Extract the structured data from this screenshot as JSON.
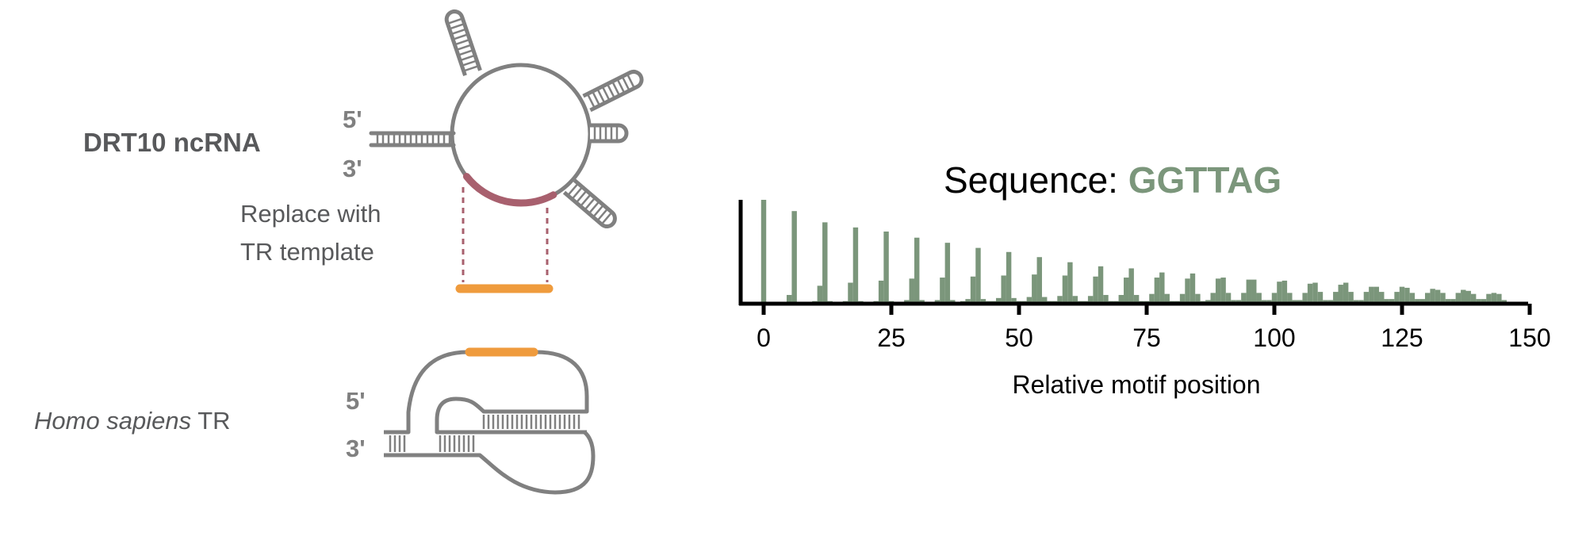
{
  "diagram": {
    "ncrna_label": "DRT10 ncRNA",
    "five_prime": "5'",
    "three_prime": "3'",
    "replace_line1": "Replace with",
    "replace_line2": "TR template",
    "species_italic": "Homo sapiens",
    "species_suffix": " TR",
    "colors": {
      "strand": "#808080",
      "template_native": "#a8606e",
      "template_tr": "#ef9b3d",
      "text": "#58595b"
    }
  },
  "chart_data": {
    "type": "bar",
    "title_prefix": "Sequence: ",
    "title_sequence": "GGTTAG",
    "xlabel": "Relative motif position",
    "ylabel": "",
    "xlim": [
      -4,
      150
    ],
    "ylim": [
      0,
      100
    ],
    "xticks": [
      0,
      25,
      50,
      75,
      100,
      125,
      150
    ],
    "bin_start": 0,
    "bin_width": 1,
    "color": "#7b967b",
    "values": [
      100,
      0,
      0,
      0,
      0,
      7,
      89,
      0,
      0,
      0,
      1,
      16,
      78,
      1,
      0,
      0,
      1,
      19,
      73,
      1,
      0,
      0,
      1,
      21,
      69,
      1,
      0,
      0,
      2,
      23,
      63,
      2,
      0,
      0,
      2,
      24,
      58,
      2,
      0,
      1,
      3,
      25,
      53,
      3,
      1,
      1,
      4,
      26,
      49,
      4,
      1,
      1,
      5,
      27,
      44,
      5,
      1,
      1,
      6,
      26,
      39,
      6,
      1,
      1,
      6,
      25,
      35,
      7,
      1,
      1,
      7,
      24,
      33,
      7,
      1,
      1,
      8,
      24,
      29,
      8,
      1,
      1,
      8,
      23,
      28,
      8,
      1,
      2,
      9,
      23,
      24,
      9,
      2,
      2,
      9,
      22,
      22,
      9,
      2,
      2,
      9,
      20,
      21,
      9,
      2,
      2,
      9,
      18,
      19,
      10,
      2,
      2,
      10,
      17,
      19,
      10,
      2,
      2,
      10,
      15,
      15,
      10,
      3,
      3,
      10,
      15,
      14,
      9,
      3,
      3,
      9,
      13,
      12,
      9,
      3,
      3,
      9,
      12,
      11,
      8,
      3,
      3,
      8,
      9,
      8,
      2,
      0
    ]
  }
}
